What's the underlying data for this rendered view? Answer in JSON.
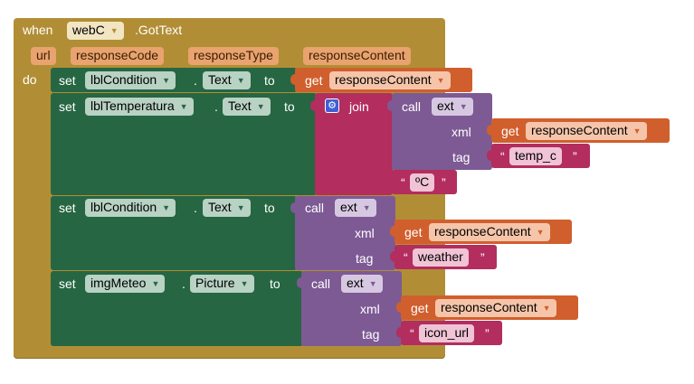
{
  "event": {
    "when_label": "when",
    "component": "webC",
    "event_name": ".GotText",
    "params": [
      "url",
      "responseCode",
      "responseType",
      "responseContent"
    ],
    "do_label": "do"
  },
  "words": {
    "set": "set",
    "to": "to",
    "get": "get",
    "call": "call",
    "join": "join",
    "xml": "xml",
    "tag": "tag",
    "dot": ".",
    "open_quote": "“",
    "close_quote": "”",
    "dropdown_arrow": "▼"
  },
  "statements": [
    {
      "target": "lblCondition",
      "property": "Text",
      "value": {
        "get": "responseContent"
      }
    },
    {
      "target": "lblTemperatura",
      "property": "Text",
      "value": {
        "join": [
          {
            "call": "ext",
            "xml_get": "responseContent",
            "tag": "temp_c"
          },
          {
            "text": "ºC"
          }
        ]
      }
    },
    {
      "target": "lblCondition",
      "property": "Text",
      "value": {
        "call": "ext",
        "xml_get": "responseContent",
        "tag": "weather"
      }
    },
    {
      "target": "imgMeteo",
      "property": "Picture",
      "value": {
        "call": "ext",
        "xml_get": "responseContent",
        "tag": "icon_url"
      }
    }
  ],
  "colors": {
    "event": "#b18e35",
    "event_chip": "#f2e5c2",
    "param_chip": "#e8a36f",
    "param_text": "#3a1d00",
    "setter": "#266643",
    "setter_chip": "#b8d2c3",
    "getter": "#d05f2d",
    "getter_chip": "#f6c5a9",
    "procedure": "#7d5a94",
    "procedure_chip": "#d7c8e2",
    "text": "#b32d5e",
    "text_chip": "#f0c3d5",
    "mutator_icon": "#3e5fd4"
  },
  "icons": {
    "join_mutator": "gear-icon",
    "dropdown": "chevron-down-icon"
  }
}
